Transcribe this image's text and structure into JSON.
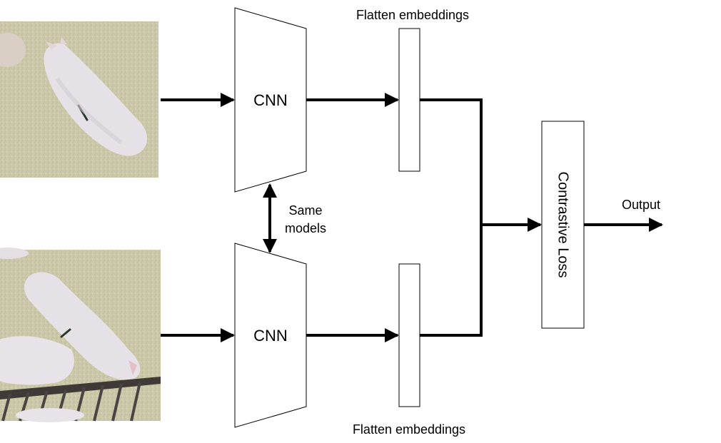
{
  "diagram": {
    "cnn_top_label": "CNN",
    "cnn_bottom_label": "CNN",
    "flatten_top_label": "Flatten embeddings",
    "flatten_bottom_label": "Flatten embeddings",
    "shared_label_line1": "Same",
    "shared_label_line2": "models",
    "loss_label": "Contrastive Loss",
    "output_label": "Output"
  },
  "images": {
    "top": "pig-photo-top",
    "bottom": "pig-photo-bottom"
  },
  "colors": {
    "stroke": "#000000",
    "background": "#ffffff",
    "pen_floor": "#c6c3a4",
    "pig_body": "#e9e4ea"
  }
}
